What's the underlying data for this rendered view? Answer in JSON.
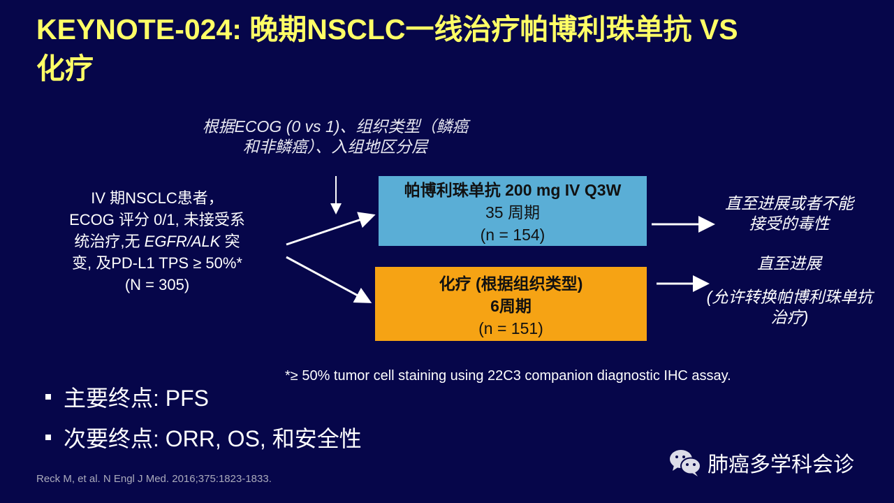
{
  "title": {
    "line1": "KEYNOTE-024: 晚期NSCLC一线治疗帕博利珠单抗 VS",
    "line2": "化疗"
  },
  "stratification": {
    "line1": "根据ECOG (0 vs 1)、组织类型（鳞癌",
    "line2": "和非鳞癌）、入组地区分层"
  },
  "patients": {
    "l1": "IV 期NSCLC患者，",
    "l2": "ECOG 评分 0/1, 未接受系",
    "l3a": "统治疗,无 ",
    "l3b": "EGFR/ALK",
    "l3c": " 突",
    "l4": "变, 及PD-L1 TPS ≥ 50%*",
    "l5": "(N = 305)"
  },
  "arm_pembro": {
    "line1": "帕博利珠单抗 200 mg IV Q3W",
    "line2": "35 周期",
    "line3": "(n = 154)",
    "color": "#5aaed6"
  },
  "arm_chemo": {
    "line1": "化疗 (根据组织类型)",
    "line2": "6周期",
    "line3": "(n = 151)",
    "color": "#f6a314"
  },
  "outcome_pembro": {
    "line1": "直至进展或者不能",
    "line2": "接受的毒性"
  },
  "outcome_chemo": {
    "line1": "直至进展",
    "line2": "(允许转换帕博利珠单抗",
    "line3": "治疗)"
  },
  "footnote": "*≥ 50% tumor cell staining using 22C3 companion diagnostic IHC assay.",
  "endpoints": [
    {
      "text": "主要终点: PFS"
    },
    {
      "text": "次要终点: ORR, OS, 和安全性"
    }
  ],
  "reference": "Reck M, et al. N Engl J Med. 2016;375:1823-1833.",
  "watermark": "肺癌多学科会诊",
  "colors": {
    "background": "#06064a",
    "title": "#ffff66"
  }
}
